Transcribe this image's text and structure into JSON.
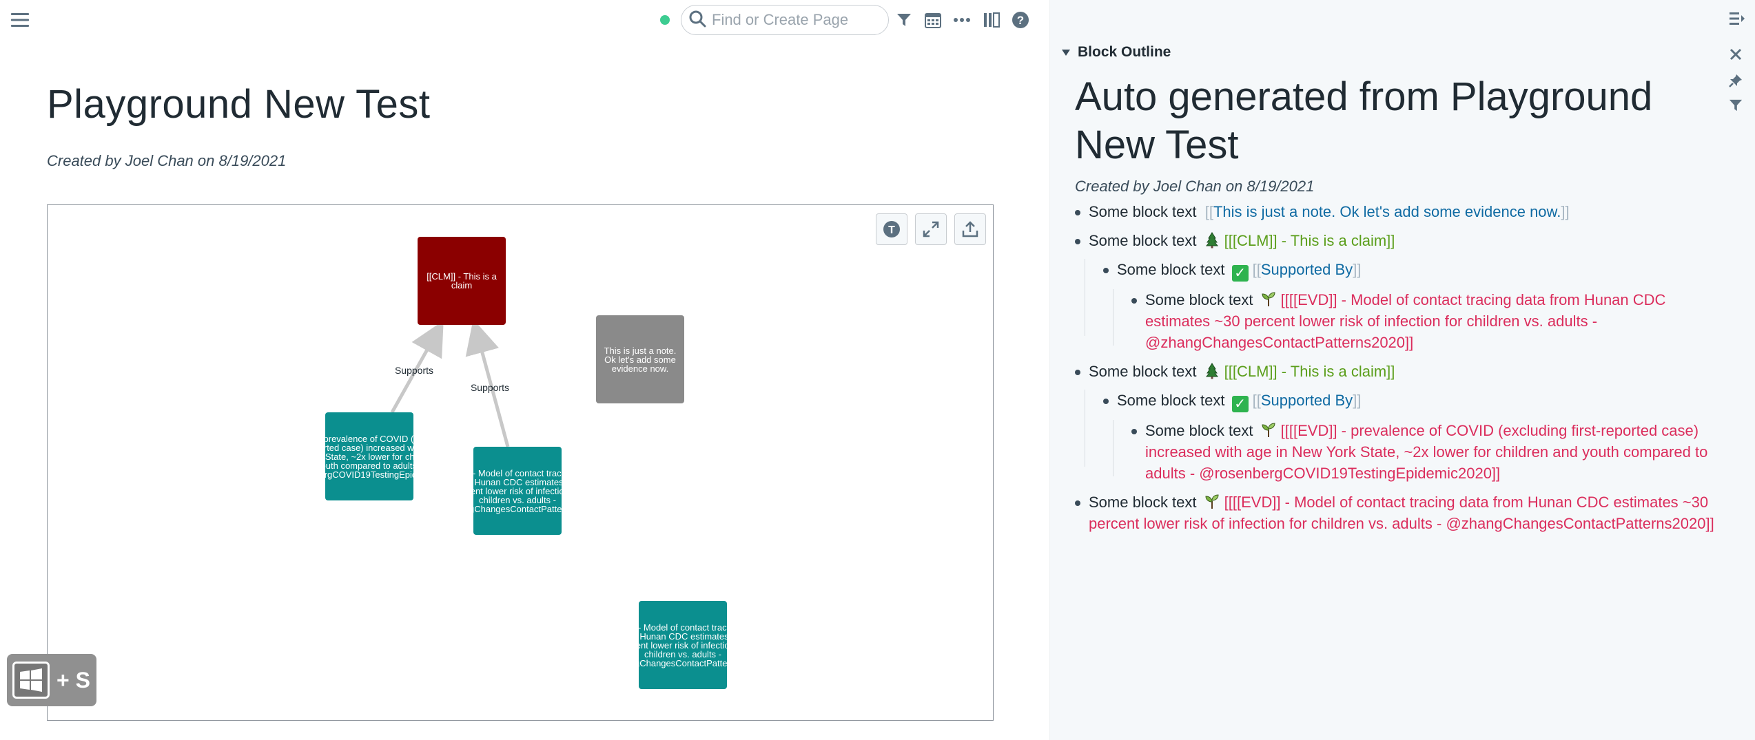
{
  "topbar": {
    "search_placeholder": "Find or Create Page"
  },
  "page": {
    "title": "Playground New Test",
    "meta": "Created by Joel Chan on 8/19/2021"
  },
  "graph": {
    "nodes": {
      "claim": "[[CLM]] - This is a claim",
      "note": "This is just a note. Ok let's add some evidence now.",
      "evd1": "[[EVD]] - prevalence of COVID (excluding first-reported case) increased with age in New York State, ~2x lower for children and youth compared to adults - @rosenbergCOVID19TestingEpidemic2020",
      "evd2": "[[EVD]] - Model of contact tracing data from Hunan CDC estimates ~30 percent lower risk of infection for children vs. adults - @zhangChangesContactPatterns2020",
      "evd3": "[[EVD]] - Model of contact tracing data from Hunan CDC estimates ~30 percent lower risk of infection for children vs. adults - @zhangChangesContactPatterns2020"
    },
    "edge_label_1": "Supports",
    "edge_label_2": "Supports",
    "colors": {
      "claim": "#8b0000",
      "evidence": "#0b8f8f",
      "note": "#8a8a8a"
    }
  },
  "extension_badge": {
    "label": "+ S"
  },
  "sidebar": {
    "header": "Block Outline",
    "title": "Auto generated from Playground New Test",
    "meta": "Created by Joel Chan on 8/19/2021",
    "blocks": [
      {
        "text": "Some block text",
        "open": "[[",
        "ref": "This is just a note. Ok let's add some evidence now.",
        "close": "]]"
      },
      {
        "text": "Some block text",
        "ref": "[[[CLM]] - This is a claim]]"
      },
      {
        "text": "Some block text",
        "open": "[[",
        "ref": "Supported By",
        "close": "]]"
      },
      {
        "text": "Some block text",
        "ref": "[[[[EVD]] - Model of contact tracing data from Hunan CDC estimates ~30 percent lower risk of infection for children vs. adults - @zhangChangesContactPatterns2020]]"
      },
      {
        "text": "Some block text",
        "ref": "[[[CLM]] - This is a claim]]"
      },
      {
        "text": "Some block text",
        "open": "[[",
        "ref": "Supported By",
        "close": "]]"
      },
      {
        "text": "Some block text",
        "ref": "[[[[EVD]] - prevalence of COVID (excluding first-reported case) increased with age in New York State, ~2x lower for children and youth compared to adults - @rosenbergCOVID19TestingEpidemic2020]]"
      },
      {
        "text": "Some block text",
        "ref": "[[[[EVD]] - Model of contact tracing data from Hunan CDC estimates ~30 percent lower risk of infection for children vs. adults - @zhangChangesContactPatterns2020]]"
      }
    ]
  }
}
